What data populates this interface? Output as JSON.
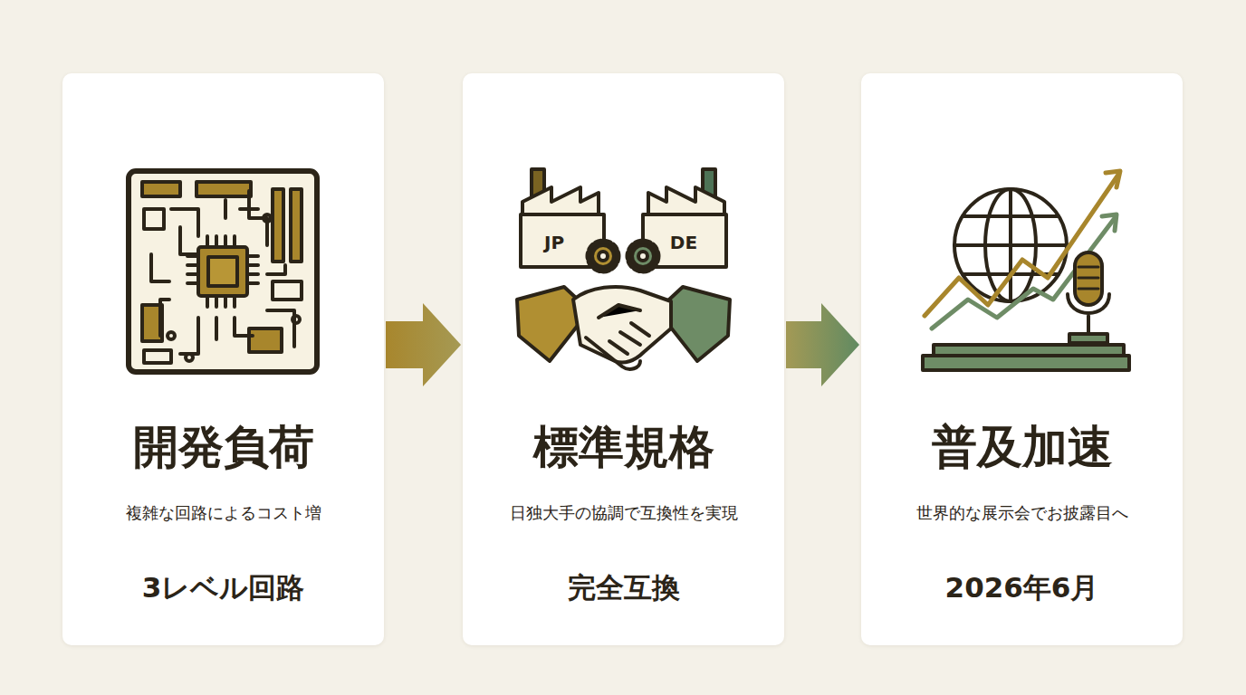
{
  "diagram": {
    "nodes": [
      {
        "text": [
          "開発負荷",
          "複雑な回路によるコスト増",
          "3レベル回路"
        ]
      },
      {
        "text": [
          "標準規格",
          "日独大手の協調で互換性を実現",
          "完全互換"
        ]
      },
      {
        "text": [
          "普及加速",
          "世界的な展示会でお披露目へ",
          "2026年6月"
        ]
      }
    ],
    "edges": [
      {
        "from": 0,
        "to": 1,
        "arrow": "to"
      },
      {
        "from": 1,
        "to": 2,
        "arrow": "to"
      }
    ],
    "labels": [
      "JP",
      "DE"
    ]
  }
}
